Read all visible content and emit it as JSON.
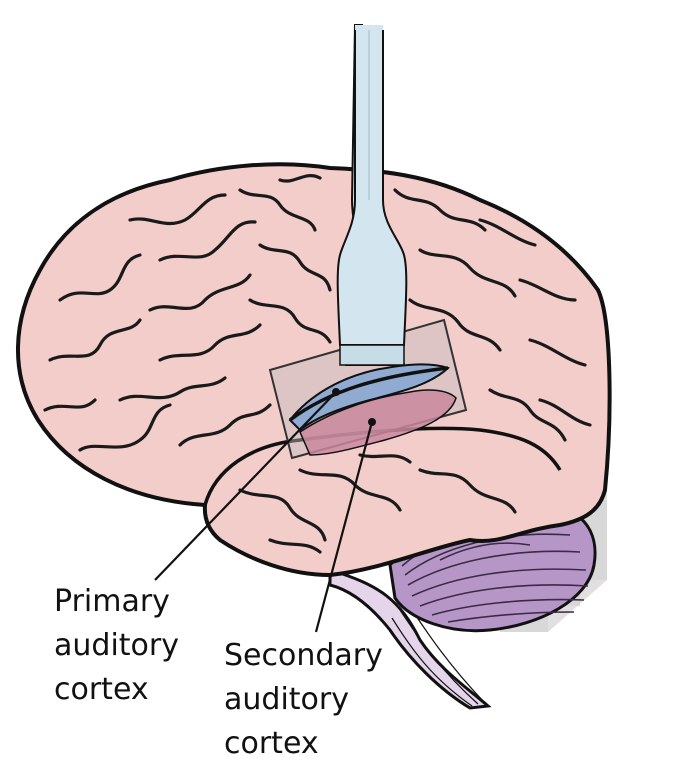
{
  "labels": {
    "primary": [
      "Primary",
      "auditory",
      "cortex"
    ],
    "secondary": [
      "Secondary",
      "auditory",
      "cortex"
    ]
  },
  "colors": {
    "brain_fill": "#f3cdca",
    "outline": "#111111",
    "sulci": "#1a1a1a",
    "cerebellum": "#b696c6",
    "brainstem": "#e5d5ea",
    "probe": "#d3e6ef",
    "primary_region": "#86a7d4",
    "secondary_region": "#c9879e",
    "highlight_box": "#b9b4b4"
  },
  "icons": {
    "probe": "electrode-probe",
    "brain": "brain-lateral-view"
  }
}
